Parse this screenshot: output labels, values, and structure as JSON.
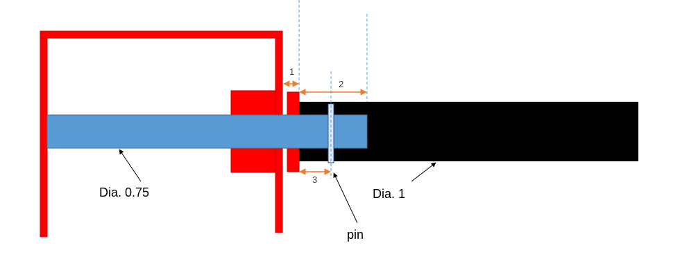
{
  "labels": {
    "small_shaft": "Dia. 0.75",
    "large_shaft": "Dia. 1",
    "pin": "pin"
  },
  "dimensions": {
    "d1": "1",
    "d2": "2",
    "d3": "3"
  },
  "colors": {
    "frame": "#ff0000",
    "frame_edge": "#c00000",
    "small_shaft": "#5b9bd5",
    "small_shaft_edge": "#41719c",
    "large_shaft": "#000000",
    "pin": "#dce9f5",
    "pin_edge": "#2f5597",
    "dimension": "#ed7d31",
    "guide_line": "#5b9bd5"
  }
}
